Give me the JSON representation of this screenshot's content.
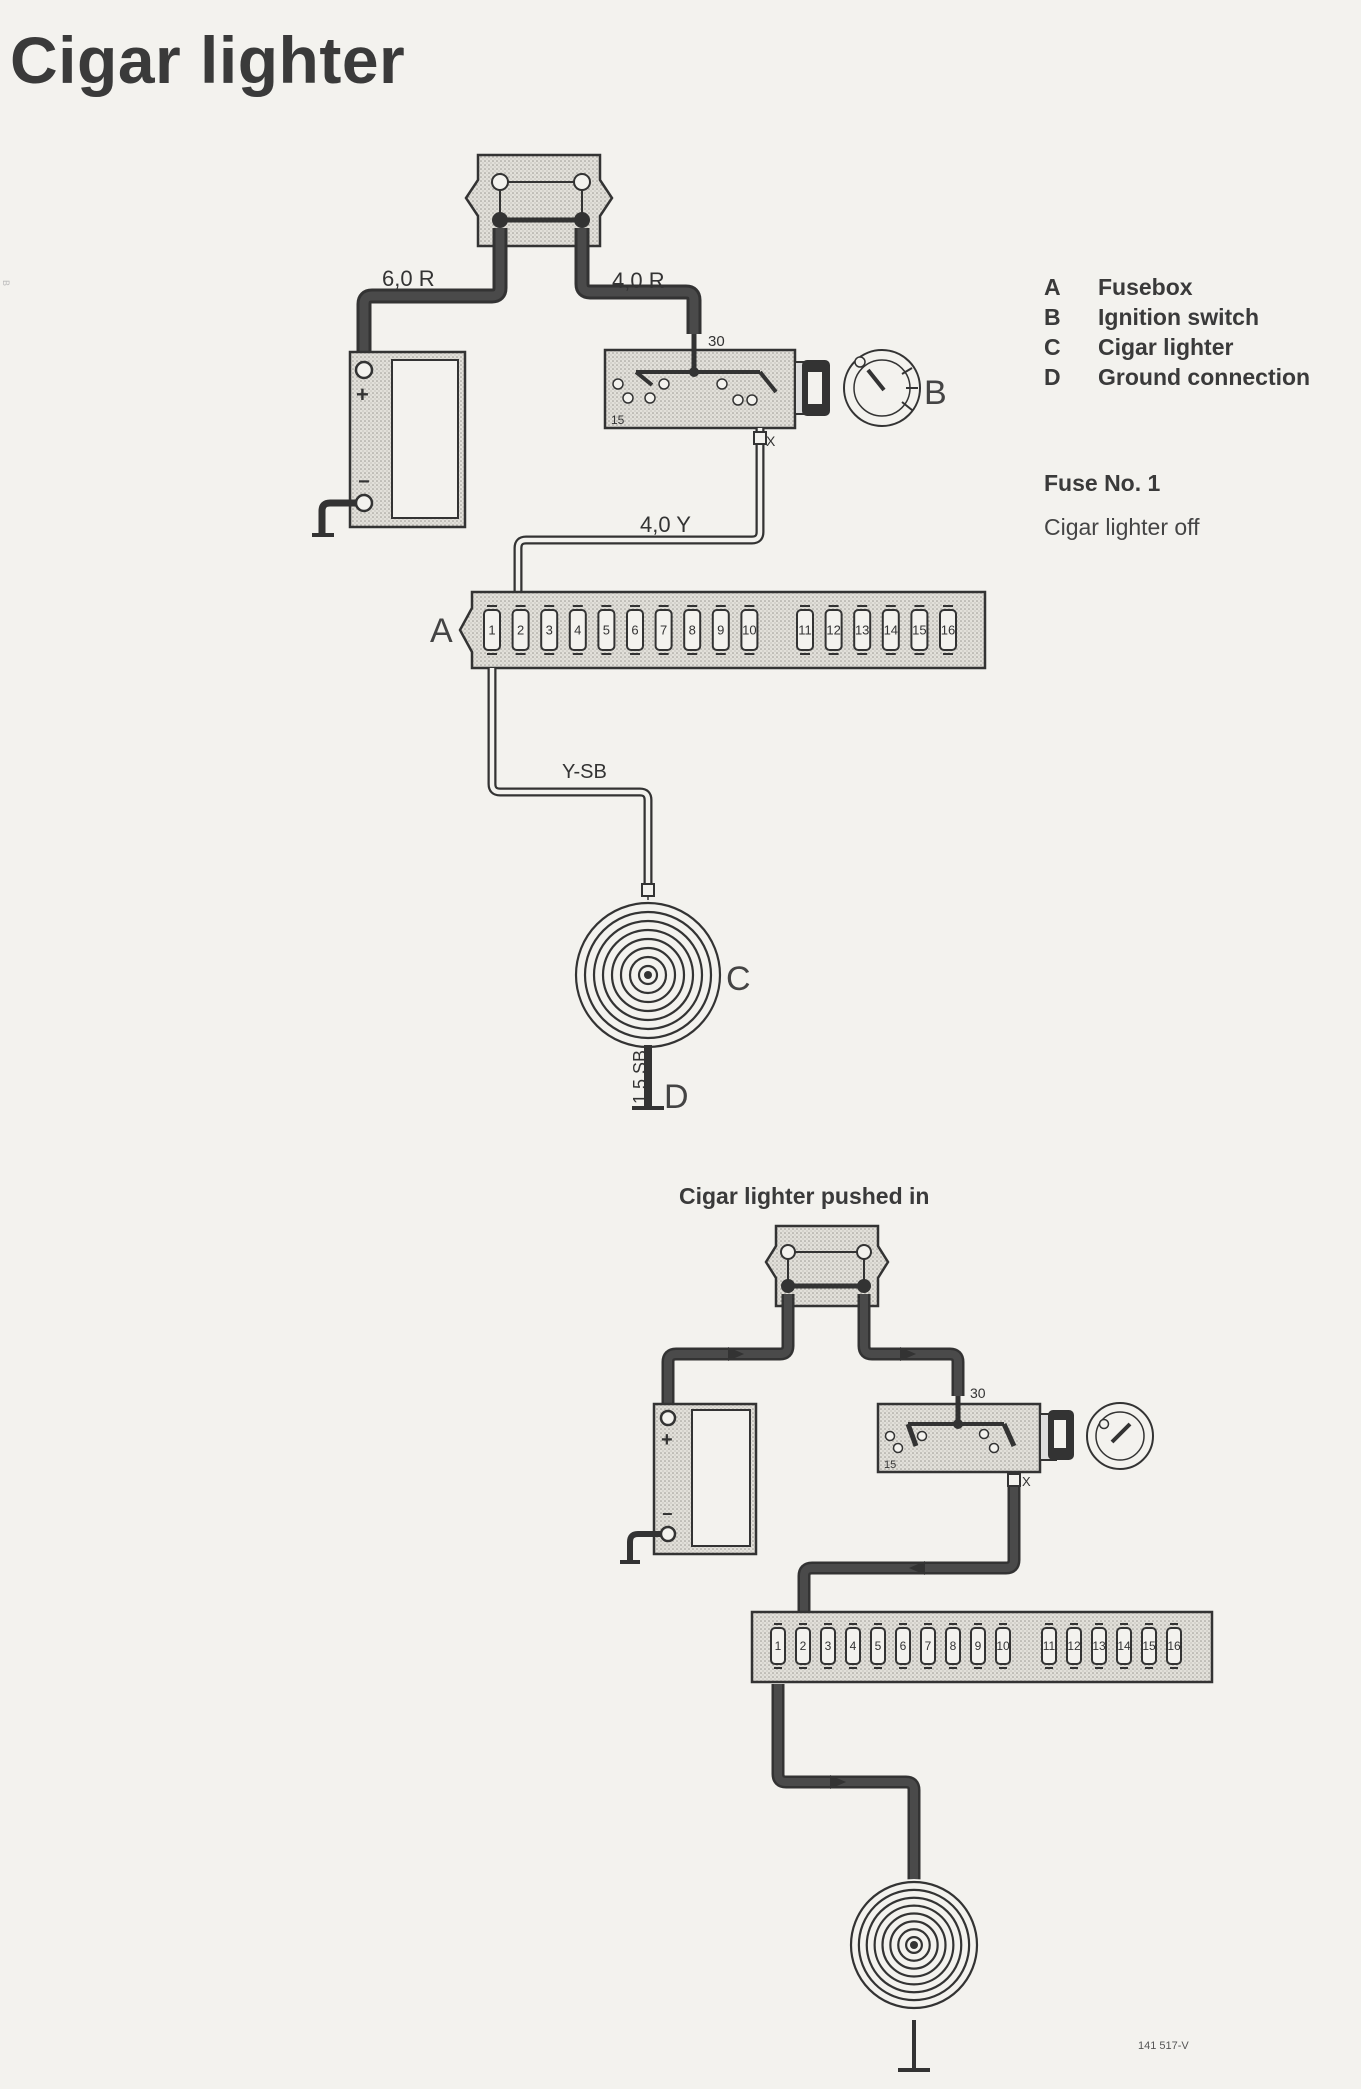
{
  "title": "Cigar lighter",
  "legend": [
    {
      "key": "A",
      "label": "Fusebox"
    },
    {
      "key": "B",
      "label": "Ignition switch"
    },
    {
      "key": "C",
      "label": "Cigar lighter"
    },
    {
      "key": "D",
      "label": "Ground connection"
    }
  ],
  "fuse_info": {
    "fuse": "Fuse No. 1",
    "state": "Cigar lighter off"
  },
  "diagram_off": {
    "component_letters": {
      "fusebox": "A",
      "ignition": "B",
      "lighter": "C",
      "ground": "D"
    },
    "wire_labels": {
      "battery_to_junction": "6,0 R",
      "junction_to_ignition": "4,0 R",
      "ignition_to_fusebox": "4,0 Y",
      "fusebox_to_lighter": "Y-SB",
      "ground": "1,5 SB"
    },
    "terminals": {
      "ignition_30": "30",
      "ignition_15": "15",
      "ignition_x": "X"
    },
    "fuse_numbers": [
      "1",
      "2",
      "3",
      "4",
      "5",
      "6",
      "7",
      "8",
      "9",
      "10",
      "11",
      "12",
      "13",
      "14",
      "15",
      "16"
    ]
  },
  "diagram_on": {
    "caption": "Cigar lighter pushed in",
    "terminals": {
      "ignition_30": "30",
      "ignition_15": "15",
      "ignition_x": "X"
    },
    "fuse_numbers": [
      "1",
      "2",
      "3",
      "4",
      "5",
      "6",
      "7",
      "8",
      "9",
      "10",
      "11",
      "12",
      "13",
      "14",
      "15",
      "16"
    ]
  },
  "ref_number": "141 517-V",
  "side_mark": "B",
  "colors": {
    "wire": "#4a4a4a",
    "wire_fill": "#f3f2ee",
    "stipple": "#cdcbc5",
    "ink": "#333333"
  }
}
